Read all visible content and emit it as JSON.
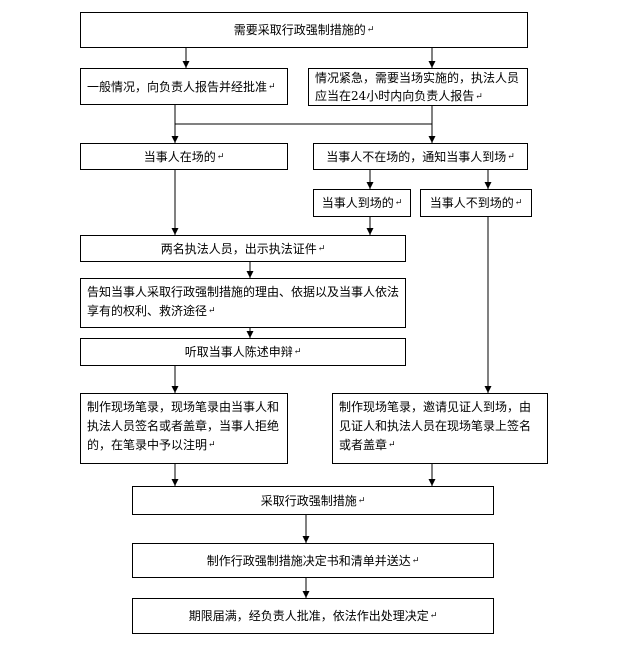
{
  "flowchart": {
    "b01": "需要采取行政强制措施的",
    "b02": "一般情况，向负责人报告并经批准",
    "b03": "情况紧急，需要当场实施的，执法人员应当在24小时内向负责人报告",
    "b04": "当事人在场的",
    "b05": "当事人不在场的，通知当事人到场",
    "b06": "当事人到场的",
    "b07": "当事人不到场的",
    "b08": "两名执法人员，出示执法证件",
    "b09": "告知当事人采取行政强制措施的理由、依据以及当事人依法享有的权利、救济途径",
    "b10": "听取当事人陈述申辩",
    "b11": "制作现场笔录，现场笔录由当事人和执法人员签名或者盖章，当事人拒绝的，在笔录中予以注明",
    "b12": "制作现场笔录，邀请见证人到场，由见证人和执法人员在现场笔录上签名或者盖章",
    "b13": "采取行政强制措施",
    "b14": "制作行政强制措施决定书和清单并送达",
    "b15": "期限届满，经负责人批准，依法作出处理决定"
  },
  "paragraph_mark": "↵"
}
